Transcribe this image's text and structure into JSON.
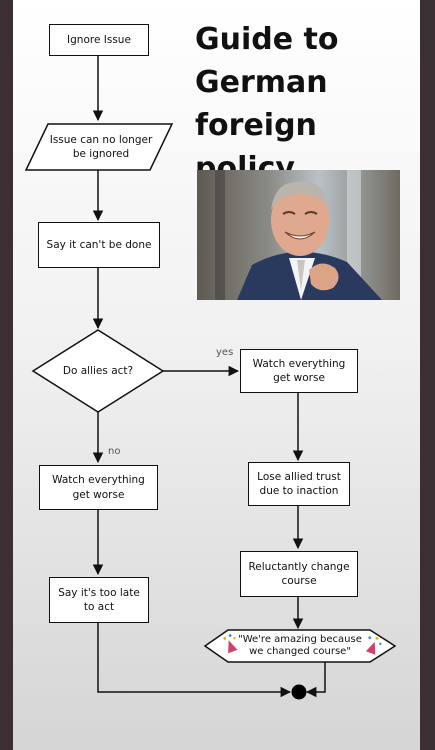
{
  "title": "Guide to German foreign policy",
  "nodes": {
    "ignore": "Ignore Issue",
    "no_longer": "Issue can no longer be ignored",
    "cant_be_done": "Say it can't be done",
    "decision": "Do allies act?",
    "watch_yes": "Watch everything get worse",
    "watch_no": "Watch everything get worse",
    "lose_trust": "Lose allied trust due to inaction",
    "too_late": "Say it's too late to act",
    "change_course": "Reluctantly change course",
    "amazing": "\"We're amazing because we changed course\""
  },
  "edge_labels": {
    "yes": "yes",
    "no": "no"
  },
  "colors": {
    "frame_border": "#3a3033",
    "line": "#111111",
    "suit": "#2a3a5e"
  }
}
